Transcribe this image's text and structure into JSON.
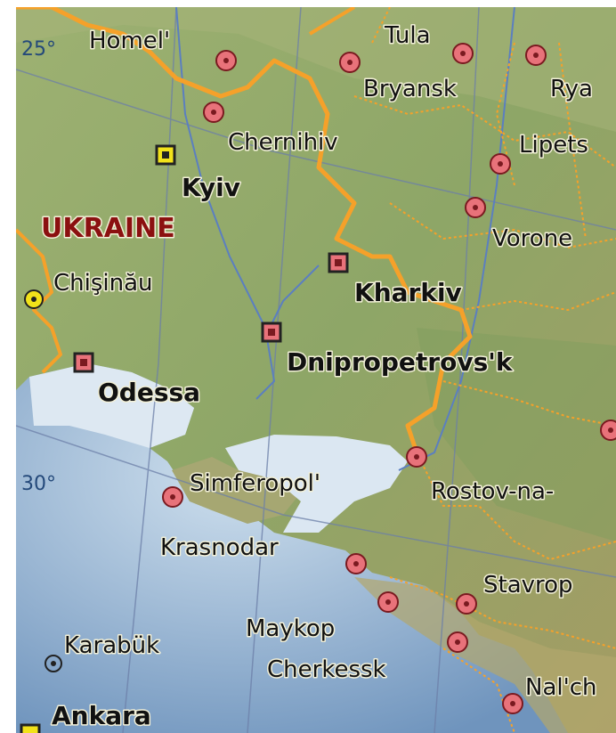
{
  "map": {
    "country_label": "UKRAINE",
    "graticule": {
      "lat_top": "25°",
      "lat_mid": "30°"
    },
    "capitals": [
      {
        "id": "kyiv",
        "name": "Kyiv"
      },
      {
        "id": "kharkiv",
        "name": "Kharkiv"
      },
      {
        "id": "dnipro",
        "name": "Dnipropetrovs'k"
      },
      {
        "id": "odessa",
        "name": "Odessa"
      },
      {
        "id": "ankara",
        "name": "Ankara"
      }
    ],
    "cities": [
      {
        "id": "homel",
        "name": "Homel'"
      },
      {
        "id": "tula",
        "name": "Tula"
      },
      {
        "id": "bryansk",
        "name": "Bryansk"
      },
      {
        "id": "ryazan",
        "name": "Rya"
      },
      {
        "id": "chernihiv",
        "name": "Chernihiv"
      },
      {
        "id": "lipetsk",
        "name": "Lipets"
      },
      {
        "id": "voronezh",
        "name": "Vorone"
      },
      {
        "id": "chisinau",
        "name": "Chişinău"
      },
      {
        "id": "simferopol",
        "name": "Simferopol'"
      },
      {
        "id": "rostov",
        "name": "Rostov-na-"
      },
      {
        "id": "krasnodar",
        "name": "Krasnodar"
      },
      {
        "id": "stavropol",
        "name": "Stavrop"
      },
      {
        "id": "maykop",
        "name": "Maykop"
      },
      {
        "id": "cherkessk",
        "name": "Cherkessk"
      },
      {
        "id": "nalchik",
        "name": "Nal'ch"
      },
      {
        "id": "karabuk",
        "name": "Karabük"
      }
    ],
    "colors": {
      "land": "#8fa868",
      "highland": "#a9a26a",
      "sea_shallow": "#d8e6f0",
      "sea_deep": "#7fa3c8",
      "border": "#f5a12a",
      "river": "#5b7fc0",
      "city_marker": "#e8727a",
      "capital_marker": "#d2303a",
      "chisinau_marker": "#f2e21a",
      "kyiv_marker": "#f2e21a"
    }
  }
}
